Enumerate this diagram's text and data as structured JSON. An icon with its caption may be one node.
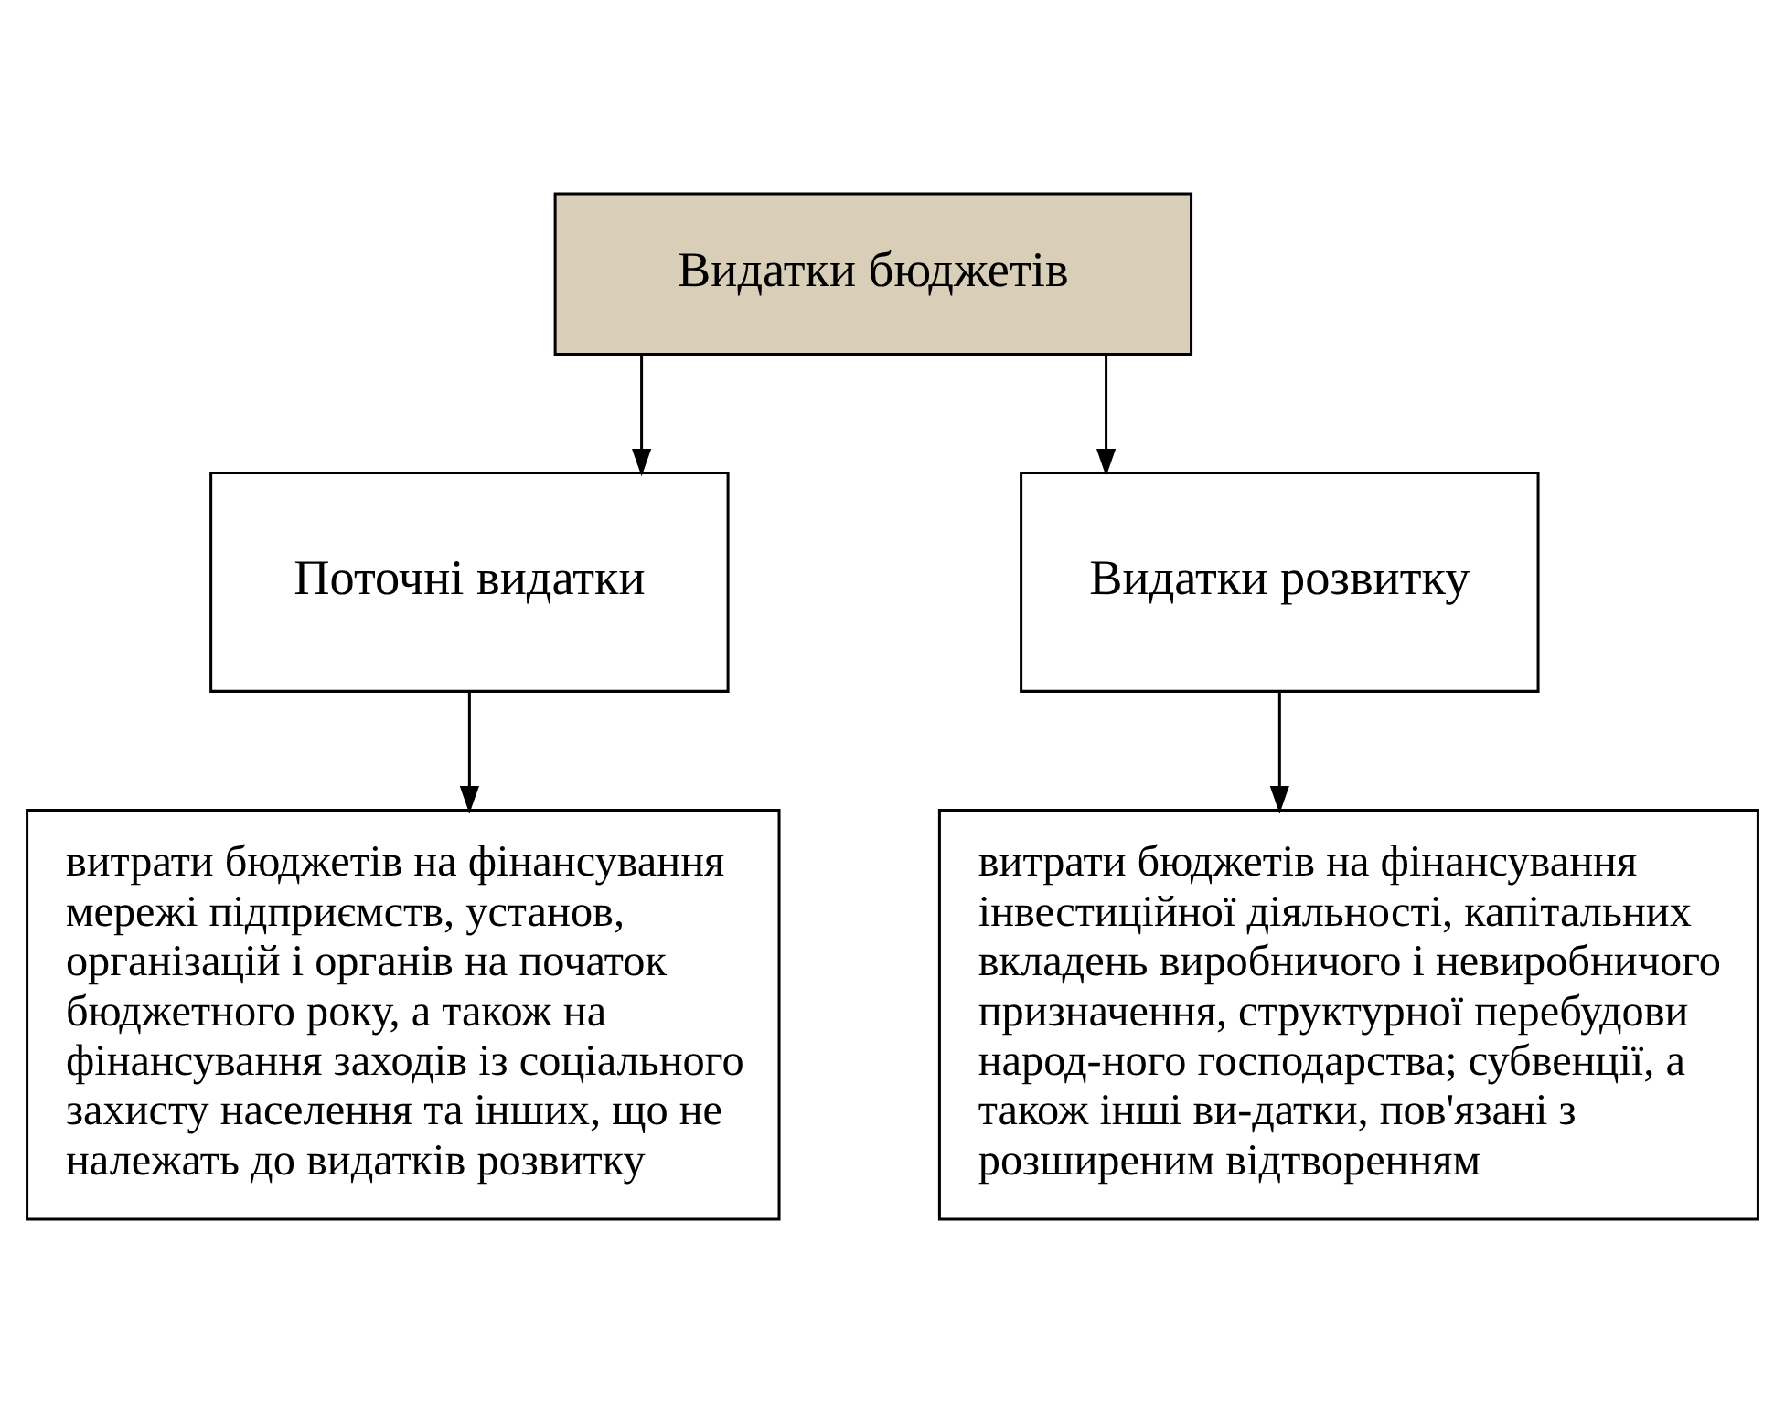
{
  "diagram": {
    "nodes": [
      {
        "text": [
          "Видатки бюджетів"
        ]
      },
      {
        "text": [
          "Поточні видатки"
        ]
      },
      {
        "text": [
          "Видатки розвитку"
        ]
      },
      {
        "text": [
          "витрати бюджетів на фінансування мережі підприємств, установ, організацій і органів на початок бюджетного року, а також на фінансування заходів із соціального захисту населення та інших, що не належать до видатків розвитку"
        ]
      },
      {
        "text": [
          "витрати бюджетів на фінансування інвестиційної діяльності, капітальних вкладень виробничого і невиробничого призначення, структурної перебудови народ-ного господарства; субвенції, а також інші ви-датки, пов'язані з розширеним відтворенням"
        ]
      }
    ],
    "edges": [
      {
        "from": 0,
        "to": 1,
        "arrow": "to"
      },
      {
        "from": 0,
        "to": 2,
        "arrow": "to"
      },
      {
        "from": 1,
        "to": 3,
        "arrow": "to"
      },
      {
        "from": 2,
        "to": 4,
        "arrow": "to"
      }
    ]
  }
}
